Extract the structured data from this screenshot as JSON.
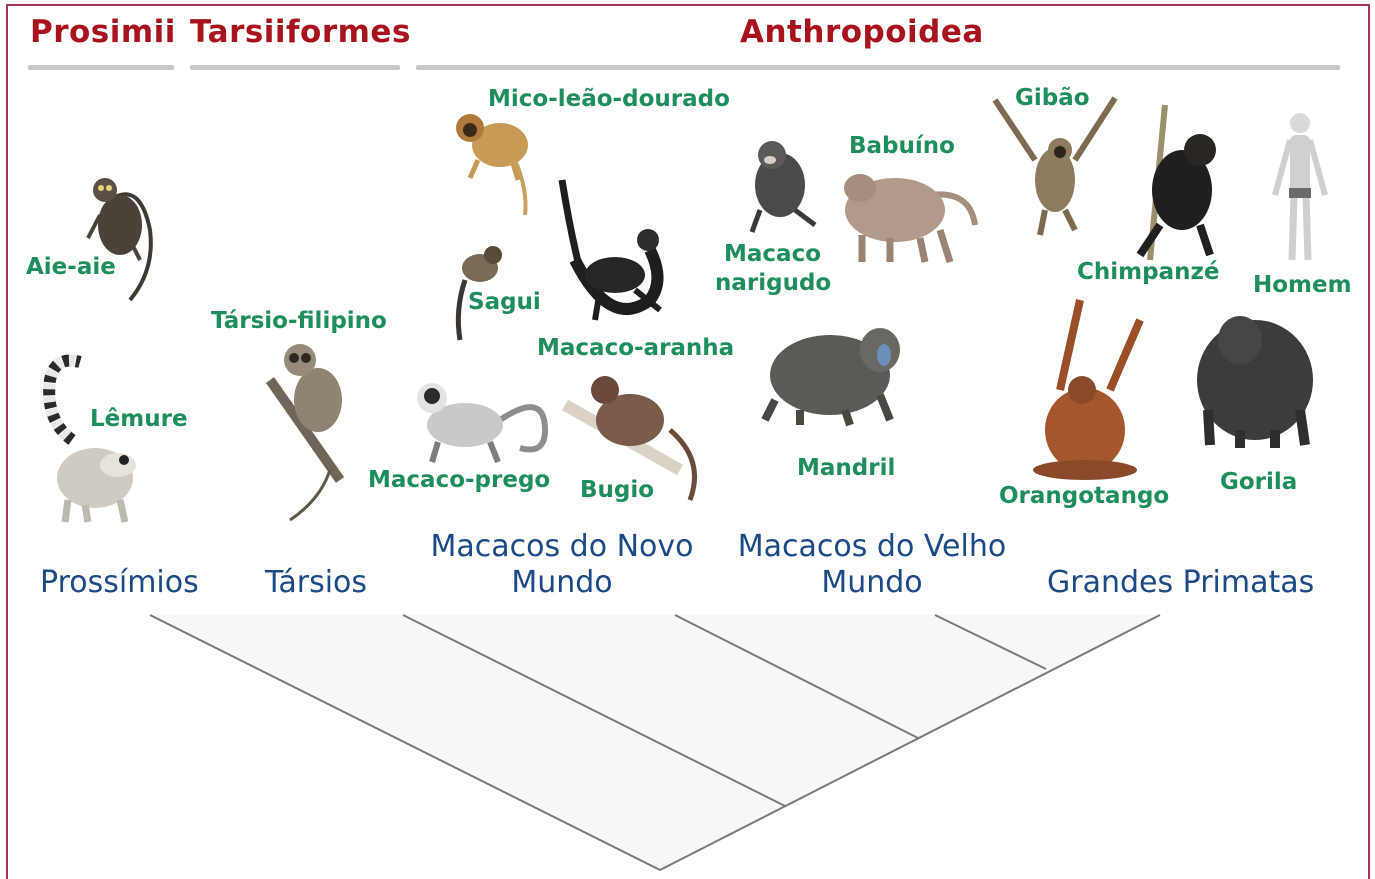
{
  "groups": {
    "prosimii": "Prosimii",
    "tarsiiformes": "Tarsiiformes",
    "anthropoidea": "Anthropoidea"
  },
  "animals": {
    "aie_aie": "Aie-aie",
    "lemure": "Lêmure",
    "tarsio_filipino": "Társio-filipino",
    "mico_leao_dourado": "Mico-leão-dourado",
    "sagui": "Sagui",
    "macaco_aranha": "Macaco-aranha",
    "macaco_prego": "Macaco-prego",
    "bugio": "Bugio",
    "macaco_narigudo_1": "Macaco",
    "macaco_narigudo_2": "narigudo",
    "babuino": "Babuíno",
    "mandril": "Mandril",
    "gibao": "Gibão",
    "chimpanze": "Chimpanzé",
    "homem": "Homem",
    "orangotango": "Orangotango",
    "gorila": "Gorila"
  },
  "clades": {
    "prossimios": "Prossímios",
    "tarsios": "Társios",
    "novo_mundo_1": "Macacos do Novo",
    "novo_mundo_2": "Mundo",
    "velho_mundo_1": "Macacos do Velho",
    "velho_mundo_2": "Mundo",
    "grandes_primatas": "Grandes Primatas"
  },
  "colors": {
    "border": "#a8325a",
    "group_title": "#a8131e",
    "animal_label": "#1e8f5c",
    "clade_label": "#1b4a86",
    "tree_line": "#7a7a7a"
  },
  "icons": [
    "aye-aye-illustration",
    "lemur-illustration",
    "tarsier-illustration",
    "golden-lion-tamarin-illustration",
    "marmoset-illustration",
    "spider-monkey-illustration",
    "capuchin-illustration",
    "howler-monkey-illustration",
    "proboscis-monkey-illustration",
    "baboon-illustration",
    "mandrill-illustration",
    "gibbon-illustration",
    "chimpanzee-illustration",
    "human-illustration",
    "orangutan-illustration",
    "gorilla-illustration"
  ]
}
